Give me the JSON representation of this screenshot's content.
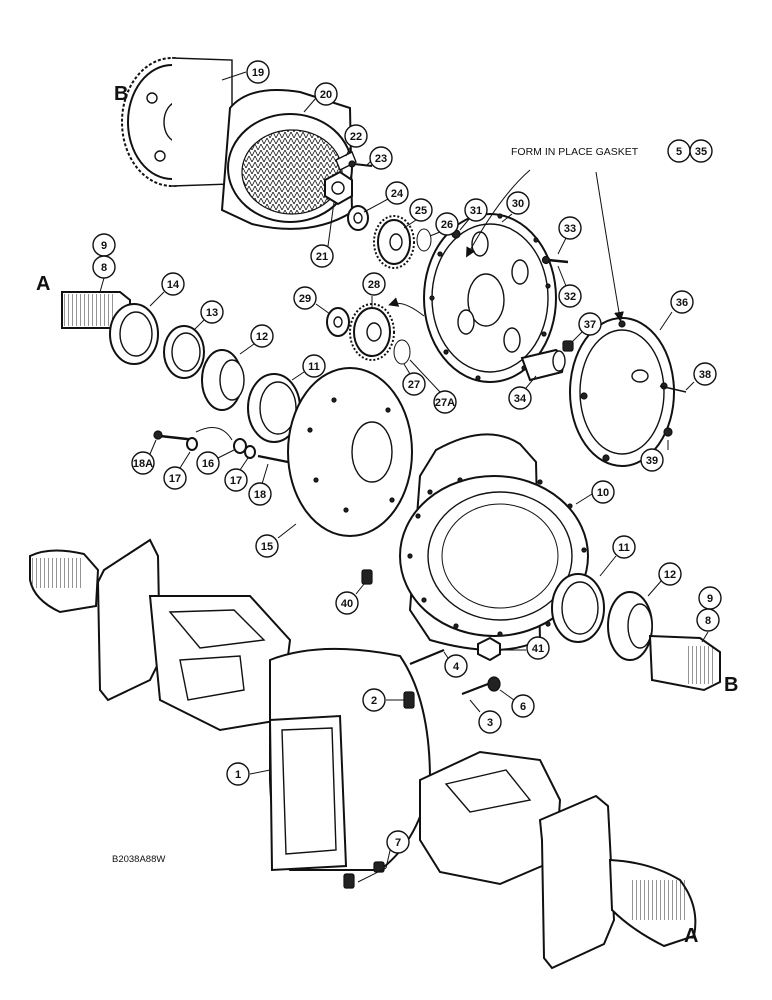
{
  "diagram": {
    "gasket_note": "FORM IN PLACE GASKET",
    "gasket_refs": [
      "5",
      "35"
    ],
    "drawing_code": "B2038A88W",
    "section_letters": {
      "b_top": "B",
      "a_left": "A",
      "b_right": "B",
      "a_bottom": "A"
    },
    "callouts": {
      "c1": "1",
      "c2": "2",
      "c3": "3",
      "c4": "4",
      "c6": "6",
      "c7": "7",
      "c8a": "8",
      "c9a": "9",
      "c8b": "8",
      "c9b": "9",
      "c10": "10",
      "c11a": "11",
      "c11b": "11",
      "c12a": "12",
      "c12b": "12",
      "c13": "13",
      "c14": "14",
      "c15": "15",
      "c16": "16",
      "c17a": "17",
      "c17b": "17",
      "c18": "18",
      "c18a": "18A",
      "c19": "19",
      "c20": "20",
      "c21": "21",
      "c22": "22",
      "c23": "23",
      "c24": "24",
      "c25": "25",
      "c26": "26",
      "c27": "27",
      "c27a": "27A",
      "c28": "28",
      "c29": "29",
      "c30": "30",
      "c31": "31",
      "c32": "32",
      "c33": "33",
      "c34": "34",
      "c36": "36",
      "c37": "37",
      "c38": "38",
      "c39": "39",
      "c40": "40",
      "c41": "41"
    }
  }
}
